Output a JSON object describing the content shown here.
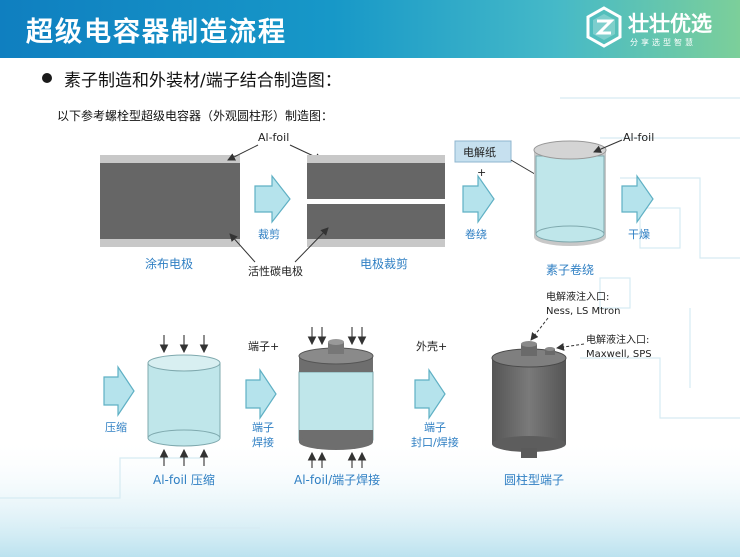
{
  "header": {
    "title": "超级电容器制造流程"
  },
  "logo": {
    "name": "壮壮优选",
    "tagline": "分享选型智慧"
  },
  "bullet": {
    "text": "素子制造和外装材/端子结合制造图："
  },
  "subtitle": "以下参考螺栓型超级电容器（外观圆柱形）制造图：",
  "diagram": {
    "al_foil_top": "Al-foil",
    "al_foil_right": "Al-foil",
    "step1_label": "涂布电极",
    "active_carbon": "活性碳电极",
    "cut_label": "裁剪",
    "step2_label": "电极裁剪",
    "separator": "电解纸",
    "plus": "+",
    "wind_label": "卷绕",
    "step3_label": "素子卷绕",
    "dry_label": "干燥",
    "compress_label": "压缩",
    "step4_label": "Al-foil 压缩",
    "terminal_plus": "端子+",
    "terminal_weld_1": "端子",
    "terminal_weld_2": "焊接",
    "step5_label": "Al-foil/端子焊接",
    "case_plus": "外壳+",
    "seal_1": "端子",
    "seal_2": "封口/焊接",
    "step6_label": "圆柱型端子",
    "inlet1_title": "电解液注入口:",
    "inlet1_brands": "Ness, LS Mtron",
    "inlet2_title": "电解液注入口:",
    "inlet2_brands": "Maxwell, SPS"
  },
  "colors": {
    "arrow_fill": "#b5e3ec",
    "arrow_stroke": "#5fb0c4",
    "electrode": "#666666",
    "foil": "#c8c8c8",
    "cylinder": "#bfe6ea",
    "label_blue": "#2f7fc3"
  }
}
